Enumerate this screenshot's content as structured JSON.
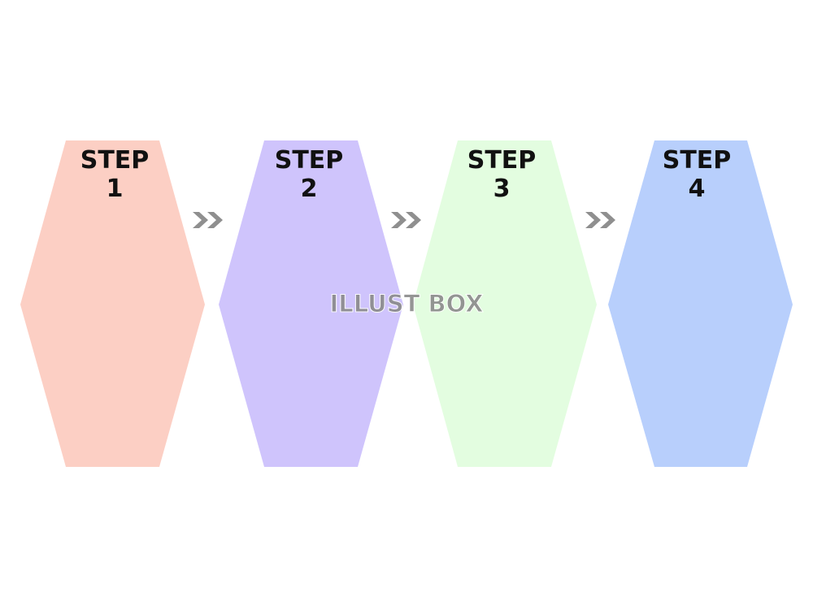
{
  "steps": [
    {
      "title": "STEP",
      "number": "1",
      "color": "#fccfc4"
    },
    {
      "title": "STEP",
      "number": "2",
      "color": "#cfc4fc"
    },
    {
      "title": "STEP",
      "number": "3",
      "color": "#e3fde0"
    },
    {
      "title": "STEP",
      "number": "4",
      "color": "#b8cffc"
    }
  ],
  "arrow_color": "#8f8f8f",
  "watermark": "ILLUST BOX"
}
